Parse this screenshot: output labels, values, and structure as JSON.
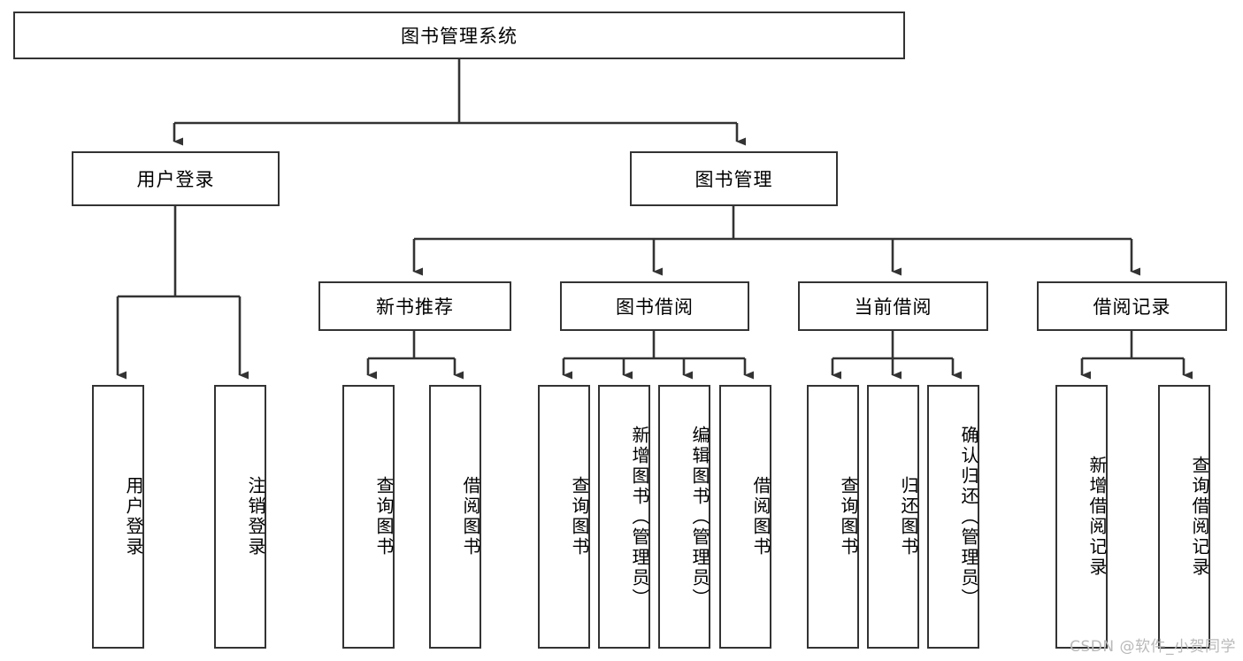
{
  "diagram": {
    "type": "tree",
    "title": "图书管理系统",
    "watermark": "CSDN @软件_小贺同学",
    "colors": {
      "box_border": "#333333",
      "box_fill": "#ffffff",
      "connector": "#333333",
      "text": "#000000",
      "watermark": "#b9b9b9"
    },
    "nodes": {
      "root": {
        "label": "图书管理系统",
        "level": 1,
        "orientation": "horizontal"
      },
      "l2": [
        {
          "label": "用户登录",
          "level": 2,
          "orientation": "horizontal"
        },
        {
          "label": "图书管理",
          "level": 2,
          "orientation": "horizontal"
        }
      ],
      "l3": [
        {
          "label": "新书推荐",
          "level": 3,
          "orientation": "horizontal",
          "parent": "图书管理"
        },
        {
          "label": "图书借阅",
          "level": 3,
          "orientation": "horizontal",
          "parent": "图书管理"
        },
        {
          "label": "当前借阅",
          "level": 3,
          "orientation": "horizontal",
          "parent": "图书管理"
        },
        {
          "label": "借阅记录",
          "level": 3,
          "orientation": "horizontal",
          "parent": "图书管理"
        }
      ],
      "leaves_user_login": [
        {
          "label": "用户登录",
          "orientation": "vertical",
          "parent": "用户登录"
        },
        {
          "label": "注销登录",
          "orientation": "vertical",
          "parent": "用户登录"
        }
      ],
      "leaves_new_book": [
        {
          "label": "查询图书",
          "orientation": "vertical",
          "parent": "新书推荐"
        },
        {
          "label": "借阅图书",
          "orientation": "vertical",
          "parent": "新书推荐"
        }
      ],
      "leaves_borrow": [
        {
          "label": "查询图书",
          "orientation": "vertical",
          "parent": "图书借阅"
        },
        {
          "label": "新增图书（管理员）",
          "orientation": "vertical",
          "parent": "图书借阅"
        },
        {
          "label": "编辑图书（管理员）",
          "orientation": "vertical",
          "parent": "图书借阅"
        },
        {
          "label": "借阅图书",
          "orientation": "vertical",
          "parent": "图书借阅"
        }
      ],
      "leaves_current": [
        {
          "label": "查询图书",
          "orientation": "vertical",
          "parent": "当前借阅"
        },
        {
          "label": "归还图书",
          "orientation": "vertical",
          "parent": "当前借阅"
        },
        {
          "label": "确认归还（管理员）",
          "orientation": "vertical",
          "parent": "当前借阅"
        }
      ],
      "leaves_records": [
        {
          "label": "新增借阅记录",
          "orientation": "vertical",
          "parent": "借阅记录"
        },
        {
          "label": "查询借阅记录",
          "orientation": "vertical",
          "parent": "借阅记录"
        }
      ]
    }
  }
}
